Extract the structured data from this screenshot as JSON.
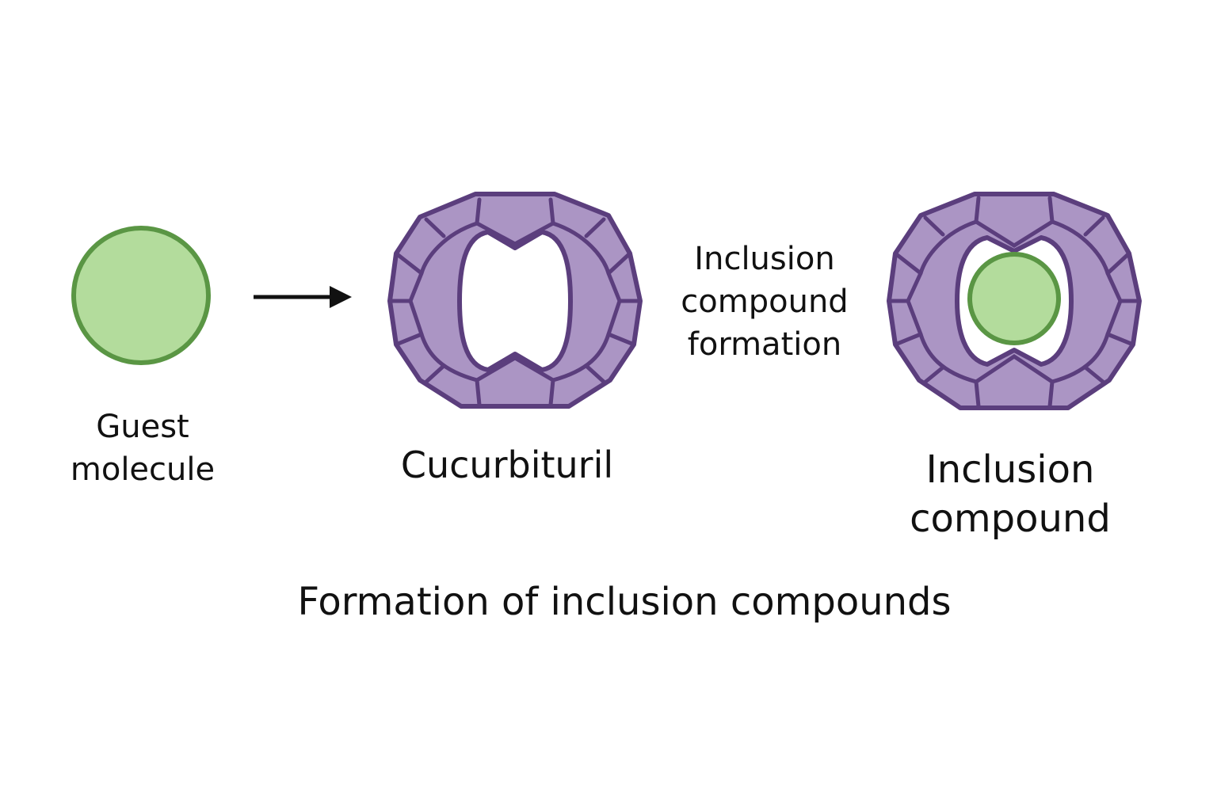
{
  "colors": {
    "guest_fill": "#b3dc9c",
    "guest_stroke": "#5a9644",
    "host_fill": "#ab95c4",
    "host_stroke": "#5b3e7d",
    "arrow": "#111111",
    "text": "#111111",
    "background": "#ffffff"
  },
  "guest": {
    "label_line1": "Guest",
    "label_line2": "molecule",
    "shape": "circle"
  },
  "arrow": {
    "icon": "right-arrow-icon"
  },
  "host": {
    "label": "Cucurbituril",
    "shape": "macrocycle-ring"
  },
  "process": {
    "label_line1": "Inclusion",
    "label_line2": "compound",
    "label_line3": "formation"
  },
  "product": {
    "label_line1": "Inclusion",
    "label_line2": "compound",
    "shape": "host-guest-complex"
  },
  "caption": "Formation of inclusion compounds"
}
